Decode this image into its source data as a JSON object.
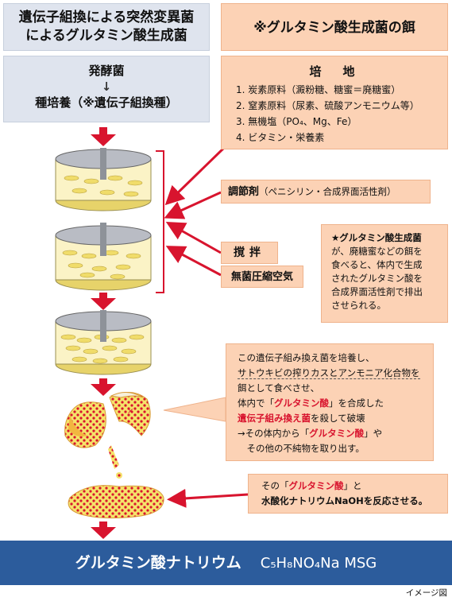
{
  "header": {
    "title_left_line1": "遺伝子組換による突然変異菌",
    "title_left_line2": "によるグルタミン酸生成菌",
    "title_right": "※グルタミン酸生成菌の餌"
  },
  "fermentation": {
    "line1": "発酵菌",
    "arrow": "↓",
    "line2": "種培養（※遺伝子組換種）"
  },
  "medium": {
    "heading": "培　地",
    "items": [
      "1. 炭素原料（澱粉糖、糖蜜＝廃糖蜜）",
      "2. 窒素原料（尿素、硫酸アンモニウム等）",
      "3. 無機塩（PO₄、Mg、Fe）",
      "4. ビタミン・栄養素"
    ]
  },
  "conditioner": {
    "label": "調節剤",
    "detail": "（ペニシリン・合成界面活性剤）"
  },
  "stirring": "撹拌",
  "sterile_air": "無菌圧縮空気",
  "note": {
    "lines": [
      "★グルタミン酸生成菌",
      "が、廃糖蜜などの餌を",
      "食べると、体内で生成",
      "されたグルタミン酸を",
      "合成界面活性剤で排出",
      "させられる。"
    ]
  },
  "explain": {
    "l1": "この遺伝子組み換え菌を培養し、",
    "l2": "サトウキビの搾りカスとアンモニア化合物を",
    "l3": "餌として食べさせ、",
    "l4a": "体内で「",
    "l4red": "グルタミン酸",
    "l4b": "」を合成した",
    "l5red": "遺伝子組み換え菌",
    "l5b": "を殺して破壊",
    "l6a": "→その体内から「",
    "l6red": "グルタミン酸",
    "l6b": "」や",
    "l7": "　その他の不純物を取り出す。"
  },
  "final": {
    "l1a": "その「",
    "l1red": "グルタミン酸",
    "l1b": "」と",
    "l2": "水酸化ナトリウムNaOHを反応させる。"
  },
  "bottom": {
    "name": "グルタミン酸ナトリウム",
    "formula": "C₅H₈NO₄Na MSG"
  },
  "caption": "イメージ図",
  "colors": {
    "arrow": "#d8142e",
    "blue_box": "#dfe4ee",
    "peach_box": "#fcd2b5",
    "bottom_bar": "#2c5c9c",
    "yeast": "#f2e06a"
  }
}
